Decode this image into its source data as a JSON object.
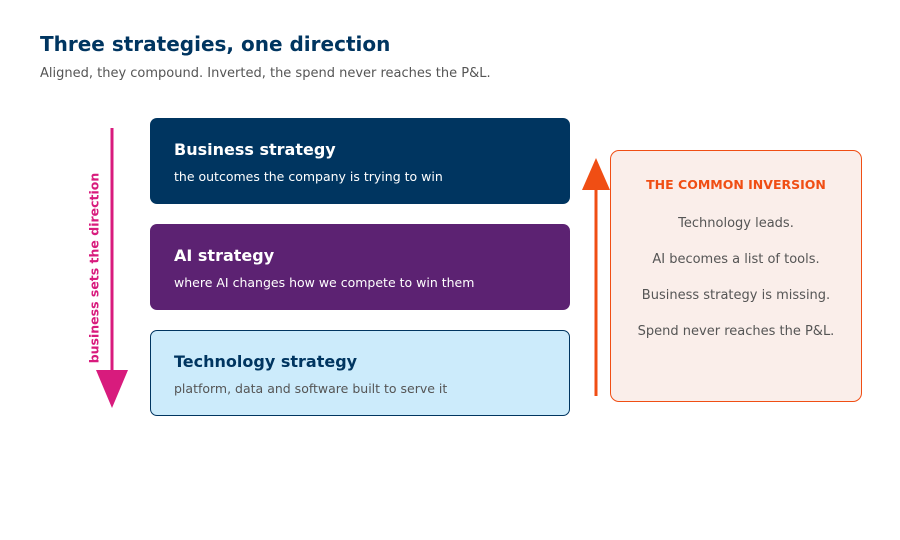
{
  "header": {
    "title": "Three strategies, one direction",
    "subtitle": "Aligned, they compound. Inverted, the spend never reaches the P&L."
  },
  "direction": {
    "label": "business sets the direction",
    "color": "#D81B7D"
  },
  "strategies": [
    {
      "title": "Business strategy",
      "description": "the outcomes the company is trying to win",
      "color": "#003560"
    },
    {
      "title": "AI strategy",
      "description": "where AI changes how we compete to win them",
      "color": "#5C2272"
    },
    {
      "title": "Technology strategy",
      "description": "platform, data and software built to serve it",
      "color": "#CCEBFB"
    }
  ],
  "inversion": {
    "heading": "THE COMMON INVERSION",
    "lines": [
      "Technology leads.",
      "AI becomes a list of tools.",
      "Business strategy is missing.",
      "Spend never reaches the P&L."
    ],
    "color": "#F04E14"
  }
}
